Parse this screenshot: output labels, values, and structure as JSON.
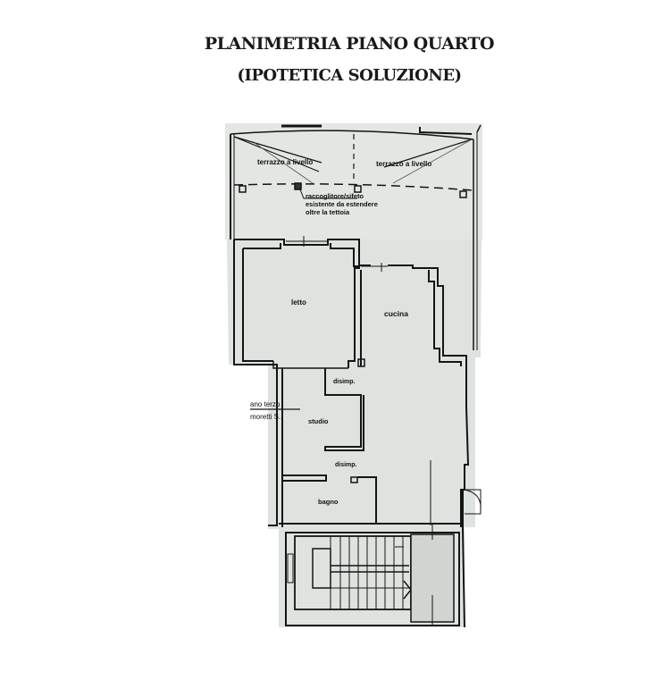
{
  "header": {
    "title": "PLANIMETRIA PIANO QUARTO",
    "subtitle": "(IPOTETICA SOLUZIONE)"
  },
  "colors": {
    "paper": "#dfe3e0",
    "wall": "#141414",
    "background": "#ffffff"
  },
  "plan": {
    "terrace_left": "terrazzo a livello",
    "terrace_right": "terrazzo a livello",
    "drain_note_line1": "raccoglitore/sifeto",
    "drain_note_line2": "esistente da estendere",
    "drain_note_line3": "oltre la tettoia",
    "rooms": {
      "letto": "letto",
      "cucina": "cucina",
      "disimp_upper": "disimp.",
      "studio": "studio",
      "disimp_lower": "disimp.",
      "bagno": "bagno"
    },
    "neighbor_line1": "ano terzo",
    "neighbor_line2": "moretti S."
  }
}
